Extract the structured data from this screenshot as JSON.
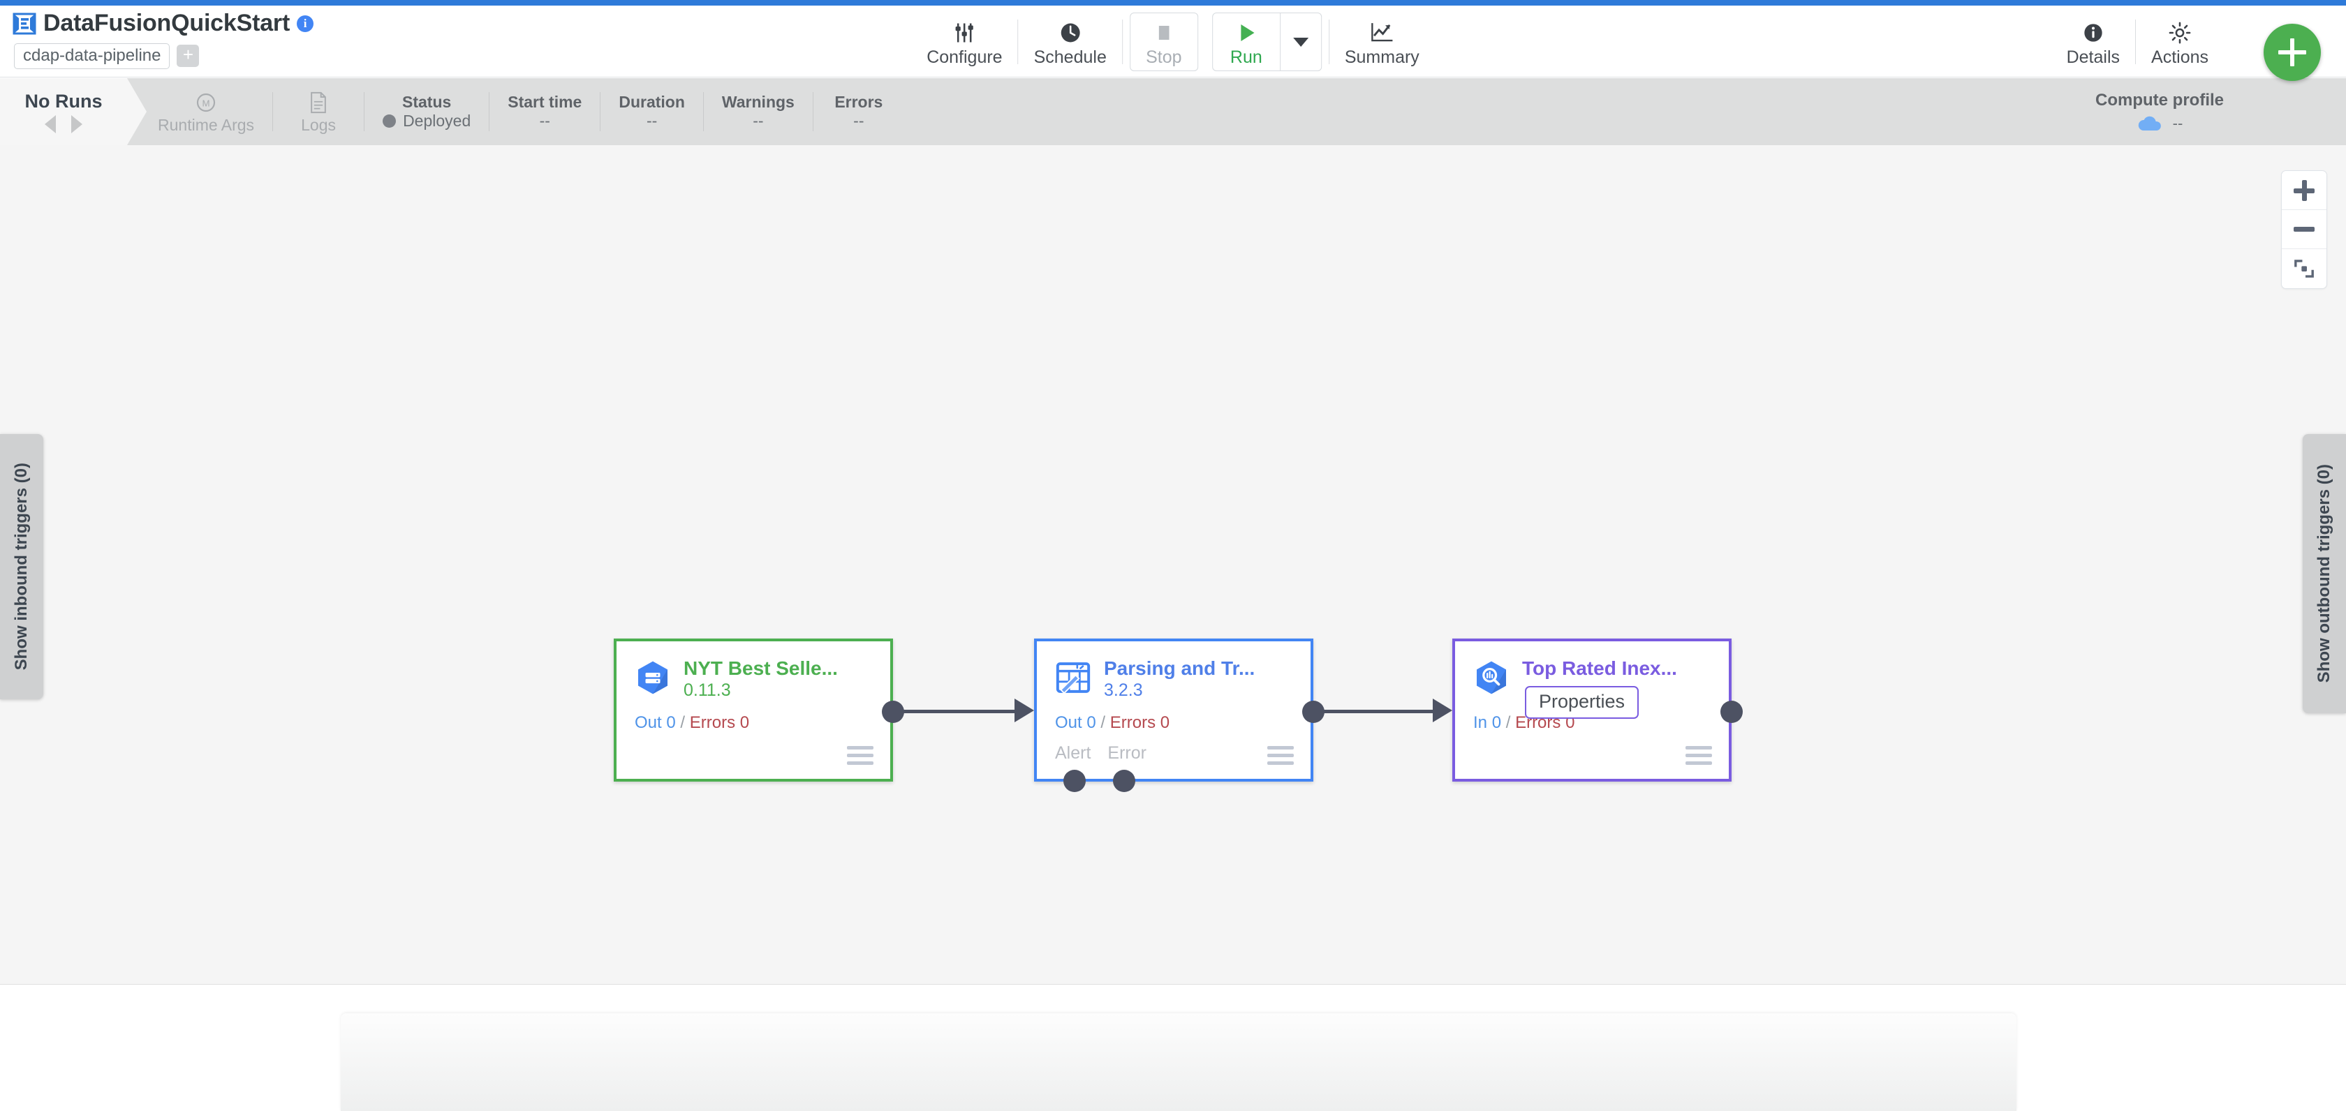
{
  "theme": {
    "accent_blue": "#2e7ad9",
    "source_green": "#4caf50",
    "transform_blue": "#4285f4",
    "sink_purple": "#7a5ce0",
    "canvas_bg": "#f5f5f5",
    "runbar_bg": "#dddede"
  },
  "header": {
    "logo_icon": "cdap-logo-icon",
    "title": "DataFusionQuickStart",
    "info_icon": "info-icon",
    "artifact_chip": "cdap-data-pipeline",
    "add_artifact_label": "+",
    "tools": [
      {
        "id": "configure",
        "label": "Configure",
        "icon": "sliders-icon",
        "disabled": false
      },
      {
        "id": "schedule",
        "label": "Schedule",
        "icon": "clock-icon",
        "disabled": false
      },
      {
        "id": "stop",
        "label": "Stop",
        "icon": "stop-square-icon",
        "disabled": true
      },
      {
        "id": "run",
        "label": "Run",
        "icon": "play-triangle-icon",
        "disabled": false
      },
      {
        "id": "run-dropdown",
        "label": "",
        "icon": "chevron-down-icon",
        "disabled": false
      },
      {
        "id": "summary",
        "label": "Summary",
        "icon": "chart-line-icon",
        "disabled": false
      },
      {
        "id": "details",
        "label": "Details",
        "icon": "info-filled-icon",
        "disabled": false
      },
      {
        "id": "actions",
        "label": "Actions",
        "icon": "gear-icon",
        "disabled": false
      }
    ],
    "fab_label": "+",
    "fab_icon": "plus-icon"
  },
  "runbar": {
    "no_runs_label": "No Runs",
    "prev_icon": "triangle-left-icon",
    "next_icon": "triangle-right-icon",
    "cells": [
      {
        "id": "runtime-args",
        "head": "",
        "value": "Runtime Args",
        "icon": "macro-m-icon",
        "dim": true,
        "type": "icon"
      },
      {
        "id": "logs",
        "head": "",
        "value": "Logs",
        "icon": "document-icon",
        "dim": true,
        "type": "icon"
      },
      {
        "id": "status",
        "head": "Status",
        "value": "Deployed",
        "dim": false,
        "type": "status"
      },
      {
        "id": "start-time",
        "head": "Start time",
        "value": "--",
        "dim": false,
        "type": "text"
      },
      {
        "id": "duration",
        "head": "Duration",
        "value": "--",
        "dim": false,
        "type": "text"
      },
      {
        "id": "warnings",
        "head": "Warnings",
        "value": "--",
        "dim": false,
        "type": "text"
      },
      {
        "id": "errors",
        "head": "Errors",
        "value": "--",
        "dim": false,
        "type": "text"
      }
    ],
    "compute_profile": {
      "head": "Compute profile",
      "value": "--",
      "icon": "cloud-icon"
    }
  },
  "canvas": {
    "zoom_controls": [
      {
        "id": "zoom-in",
        "icon": "plus-icon"
      },
      {
        "id": "zoom-out",
        "icon": "minus-icon"
      },
      {
        "id": "fit-to-screen",
        "icon": "fit-screen-icon"
      }
    ],
    "drawers": {
      "inbound": "Show inbound triggers (0)",
      "outbound": "Show outbound triggers (0)"
    },
    "nodes": [
      {
        "id": "nyt-best-sellers",
        "type": "source",
        "icon": "bigquery-table-icon",
        "name": "NYT Best Selle...",
        "version": "0.11.3",
        "metrics": {
          "in_label": "Out",
          "in_value": "0",
          "sep": "/",
          "err_label": "Errors",
          "err_value": "0"
        },
        "ports": [],
        "menu_icon": "hamburger-icon"
      },
      {
        "id": "parsing-and-transform",
        "type": "transform",
        "icon": "wrangler-magic-icon",
        "name": "Parsing and Tr...",
        "version": "3.2.3",
        "metrics": {
          "in_label": "Out",
          "in_value": "0",
          "sep": "/",
          "err_label": "Errors",
          "err_value": "0"
        },
        "ports": [
          "Alert",
          "Error"
        ],
        "menu_icon": "hamburger-icon"
      },
      {
        "id": "top-rated-inexpensive",
        "type": "sink",
        "icon": "bigquery-search-icon",
        "name": "Top Rated Inex...",
        "version": "",
        "tooltip": "Properties",
        "metrics": {
          "in_label": "In",
          "in_value": "0",
          "sep": "/",
          "err_label": "Errors",
          "err_value": "0"
        },
        "ports": [],
        "menu_icon": "hamburger-icon"
      }
    ]
  }
}
